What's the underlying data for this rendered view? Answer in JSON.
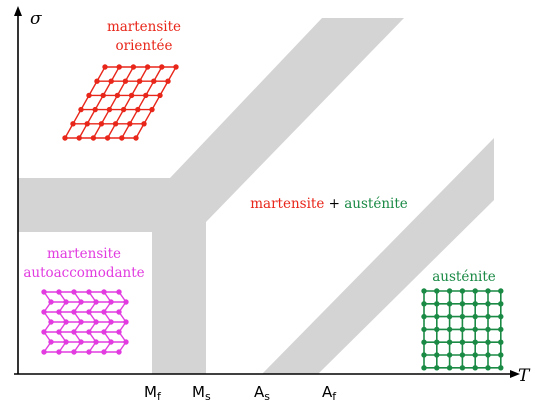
{
  "axes": {
    "x_label": "T",
    "y_label": "σ",
    "ticks": [
      {
        "main": "M",
        "sub": "f"
      },
      {
        "main": "M",
        "sub": "s"
      },
      {
        "main": "A",
        "sub": "s"
      },
      {
        "main": "A",
        "sub": "f"
      }
    ]
  },
  "regions": {
    "oriented": {
      "line1": "martensite",
      "line2": "orientée"
    },
    "twinned": {
      "line1": "martensite",
      "line2": "autoaccomodante"
    },
    "mixed": {
      "part1": "martensite",
      "plus": "+",
      "part2": "austénite"
    },
    "austenite": {
      "label": "austénite"
    }
  },
  "colors": {
    "oriented": "#e8261a",
    "twinned": "#e23ce0",
    "austenite": "#1a8a45",
    "band": "#d4d4d4",
    "axis": "#000000"
  }
}
